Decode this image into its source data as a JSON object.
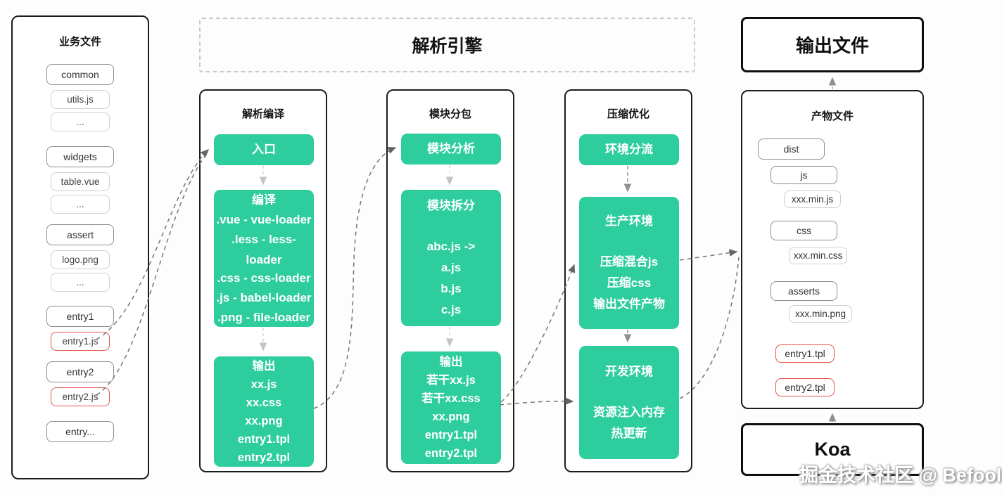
{
  "business_files": {
    "title": "业务文件",
    "items": [
      "common",
      "utils.js",
      "...",
      "widgets",
      "table.vue",
      "...",
      "assert",
      "logo.png",
      "...",
      "entry1",
      "entry1.js",
      "entry2",
      "entry2.js",
      "entry..."
    ]
  },
  "engine": {
    "title": "解析引擎"
  },
  "stages": [
    {
      "title": "解析编译",
      "blocks": [
        {
          "lines": [
            "入口"
          ]
        },
        {
          "lines": [
            "编译",
            ".vue - vue-loader",
            ".less - less-loader",
            ".css - css-loader",
            ".js - babel-loader",
            ".png - file-loader"
          ]
        },
        {
          "lines": [
            "输出",
            "xx.js",
            "xx.css",
            "xx.png",
            "entry1.tpl",
            "entry2.tpl"
          ]
        }
      ]
    },
    {
      "title": "模块分包",
      "blocks": [
        {
          "lines": [
            "模块分析"
          ]
        },
        {
          "lines": [
            "模块拆分",
            "",
            "abc.js ->",
            "a.js",
            "b.js",
            "c.js"
          ]
        },
        {
          "lines": [
            "输出",
            "若干xx.js",
            "若干xx.css",
            "xx.png",
            "entry1.tpl",
            "entry2.tpl"
          ]
        }
      ]
    },
    {
      "title": "压缩优化",
      "blocks": [
        {
          "lines": [
            "环境分流"
          ]
        },
        {
          "lines": [
            "生产环境",
            "",
            "压缩混合js",
            "压缩css",
            "输出文件产物"
          ]
        },
        {
          "lines": [
            "开发环境",
            "",
            "资源注入内存",
            "热更新"
          ]
        }
      ]
    }
  ],
  "output_header": {
    "title": "输出文件"
  },
  "artifacts": {
    "title": "产物文件",
    "items": [
      "dist",
      "js",
      "xxx.min.js",
      "css",
      "xxx.min.css",
      "asserts",
      "xxx.min.png",
      "entry1.tpl",
      "entry2.tpl"
    ]
  },
  "koa": {
    "title": "Koa"
  },
  "watermark": "掘金技术社区 @ Befool",
  "colors": {
    "accent_green": "#2ecd9d",
    "highlight_red": "#e8544a",
    "border_dark": "#1c1c1c",
    "connector_grey": "#767676"
  }
}
